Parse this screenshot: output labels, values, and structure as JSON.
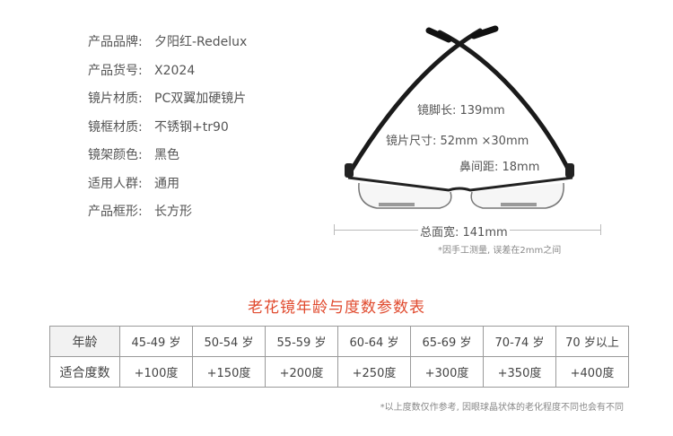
{
  "specs": [
    {
      "key": "产品品牌:",
      "value": "夕阳红-Redelux"
    },
    {
      "key": "产品货号:",
      "value": "X2024"
    },
    {
      "key": "镜片材质:",
      "value": "PC双翼加硬镜片"
    },
    {
      "key": "镜框材质:",
      "value": "不锈钢+tr90"
    },
    {
      "key": "镜架颜色:",
      "value": "黑色"
    },
    {
      "key": "适用人群:",
      "value": "通用"
    },
    {
      "key": "产品框形:",
      "value": "长方形"
    }
  ],
  "dimensions": {
    "temple": "镜脚长: 139mm",
    "lens": "镜片尺寸: 52mm ×30mm",
    "bridge": "鼻间距: 18mm",
    "total": "总面宽: 141mm",
    "note": "*因手工测量, 误差在2mm之间"
  },
  "table": {
    "title": "老花镜年龄与度数参数表",
    "row1_label": "年龄",
    "ages": [
      "45-49 岁",
      "50-54 岁",
      "55-59 岁",
      "60-64 岁",
      "65-69 岁",
      "70-74 岁",
      "70 岁以上"
    ],
    "row2_label": "适合度数",
    "degrees": [
      "+100度",
      "+150度",
      "+200度",
      "+250度",
      "+300度",
      "+350度",
      "+400度"
    ]
  },
  "footnote": "*以上度数仅作参考, 因眼球晶状体的老化程度不同也会有不同"
}
